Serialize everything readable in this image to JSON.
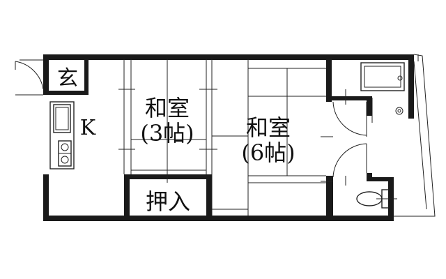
{
  "rooms": {
    "entrance": "玄",
    "kitchen": "K",
    "washitsu_small_name": "和室",
    "washitsu_small_size": "(3帖)",
    "washitsu_large_name": "和室",
    "washitsu_large_size": "(6帖)",
    "closet": "押入"
  }
}
